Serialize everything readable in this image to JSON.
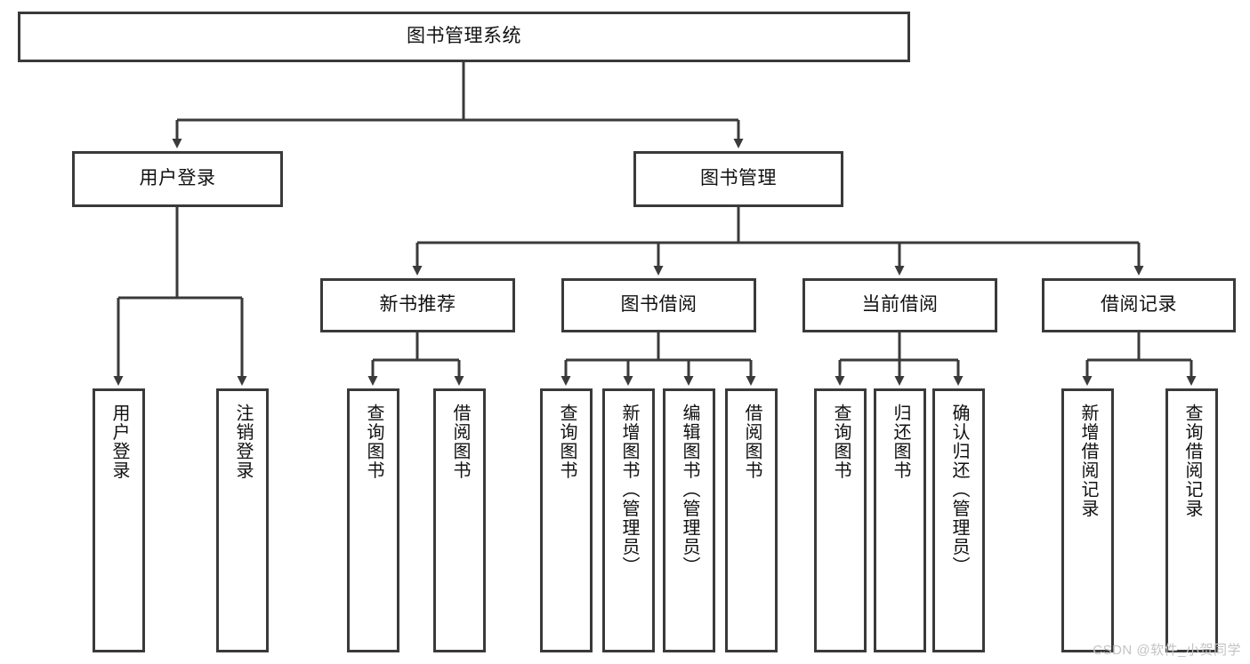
{
  "diagram": {
    "type": "tree-hierarchy",
    "title": "图书管理系统",
    "orientation": "top-down",
    "colors": {
      "box_border": "#3a3a3a",
      "box_fill": "#ffffff",
      "connector": "#3a3a3a",
      "text": "#111111",
      "watermark": "#c3c3c3"
    },
    "levels": [
      {
        "level": 1,
        "nodes": [
          {
            "id": "root",
            "label": "图书管理系统",
            "orientation": "horizontal"
          }
        ]
      },
      {
        "level": 2,
        "nodes": [
          {
            "id": "login",
            "label": "用户登录",
            "orientation": "horizontal",
            "parent": "root"
          },
          {
            "id": "bookmgmt",
            "label": "图书管理",
            "orientation": "horizontal",
            "parent": "root"
          }
        ]
      },
      {
        "level": 3,
        "nodes": [
          {
            "id": "newbook",
            "label": "新书推荐",
            "orientation": "horizontal",
            "parent": "bookmgmt"
          },
          {
            "id": "borrow",
            "label": "图书借阅",
            "orientation": "horizontal",
            "parent": "bookmgmt"
          },
          {
            "id": "current",
            "label": "当前借阅",
            "orientation": "horizontal",
            "parent": "bookmgmt"
          },
          {
            "id": "records",
            "label": "借阅记录",
            "orientation": "horizontal",
            "parent": "bookmgmt"
          }
        ]
      },
      {
        "level": 4,
        "nodes": [
          {
            "id": "leaf1",
            "label": "用户登录",
            "orientation": "vertical",
            "parent": "login"
          },
          {
            "id": "leaf2",
            "label": "注销登录",
            "orientation": "vertical",
            "parent": "login"
          },
          {
            "id": "leaf3",
            "label": "查询图书",
            "orientation": "vertical",
            "parent": "newbook"
          },
          {
            "id": "leaf4",
            "label": "借阅图书",
            "orientation": "vertical",
            "parent": "newbook"
          },
          {
            "id": "leaf5",
            "label": "查询图书",
            "orientation": "vertical",
            "parent": "borrow"
          },
          {
            "id": "leaf6",
            "label": "新增图书（管理员）",
            "orientation": "vertical",
            "parent": "borrow"
          },
          {
            "id": "leaf7",
            "label": "编辑图书（管理员）",
            "orientation": "vertical",
            "parent": "borrow"
          },
          {
            "id": "leaf8",
            "label": "借阅图书",
            "orientation": "vertical",
            "parent": "borrow"
          },
          {
            "id": "leaf9",
            "label": "查询图书",
            "orientation": "vertical",
            "parent": "current"
          },
          {
            "id": "leaf10",
            "label": "归还图书",
            "orientation": "vertical",
            "parent": "current"
          },
          {
            "id": "leaf11",
            "label": "确认归还（管理员）",
            "orientation": "vertical",
            "parent": "current"
          },
          {
            "id": "leaf12",
            "label": "新增借阅记录",
            "orientation": "vertical",
            "parent": "records"
          },
          {
            "id": "leaf13",
            "label": "查询借阅记录",
            "orientation": "vertical",
            "parent": "records"
          }
        ]
      }
    ]
  },
  "watermark": {
    "text": "CSDN @软件_小贺同学"
  }
}
